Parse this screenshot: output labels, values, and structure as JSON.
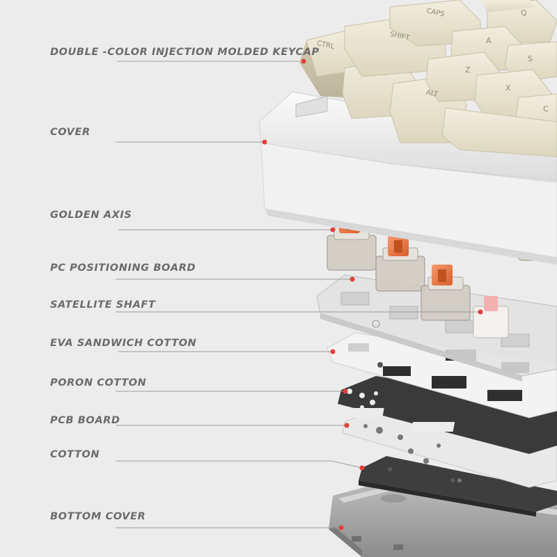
{
  "labels": [
    {
      "id": "keycap",
      "text": "DOUBLE -COLOR INJECTION MOLDED KEYCAP"
    },
    {
      "id": "cover",
      "text": "COVER"
    },
    {
      "id": "golden-axis",
      "text": "GOLDEN AXIS"
    },
    {
      "id": "pc-board",
      "text": "PC POSITIONING BOARD"
    },
    {
      "id": "satellite",
      "text": "SATELLITE SHAFT"
    },
    {
      "id": "eva",
      "text": "EVA SANDWICH COTTON"
    },
    {
      "id": "poron",
      "text": "PORON COTTON"
    },
    {
      "id": "pcb",
      "text": "PCB BOARD"
    },
    {
      "id": "cotton",
      "text": "COTTON"
    },
    {
      "id": "bottom",
      "text": "BOTTOM COVER"
    }
  ],
  "keycap_legends": {
    "ctrl": "CTRL",
    "shift": "SHIFT",
    "caps": "CAPS",
    "alt": "ALT",
    "q": "Q",
    "a": "A",
    "s": "S",
    "z": "Z",
    "x": "X",
    "c": "C"
  },
  "colors": {
    "background": "#ececec",
    "keycap": "#e6e0cc",
    "switch_stem": "#ef7a4a",
    "pcb": "#3a3a3a",
    "leader_dot": "#e0403a"
  }
}
